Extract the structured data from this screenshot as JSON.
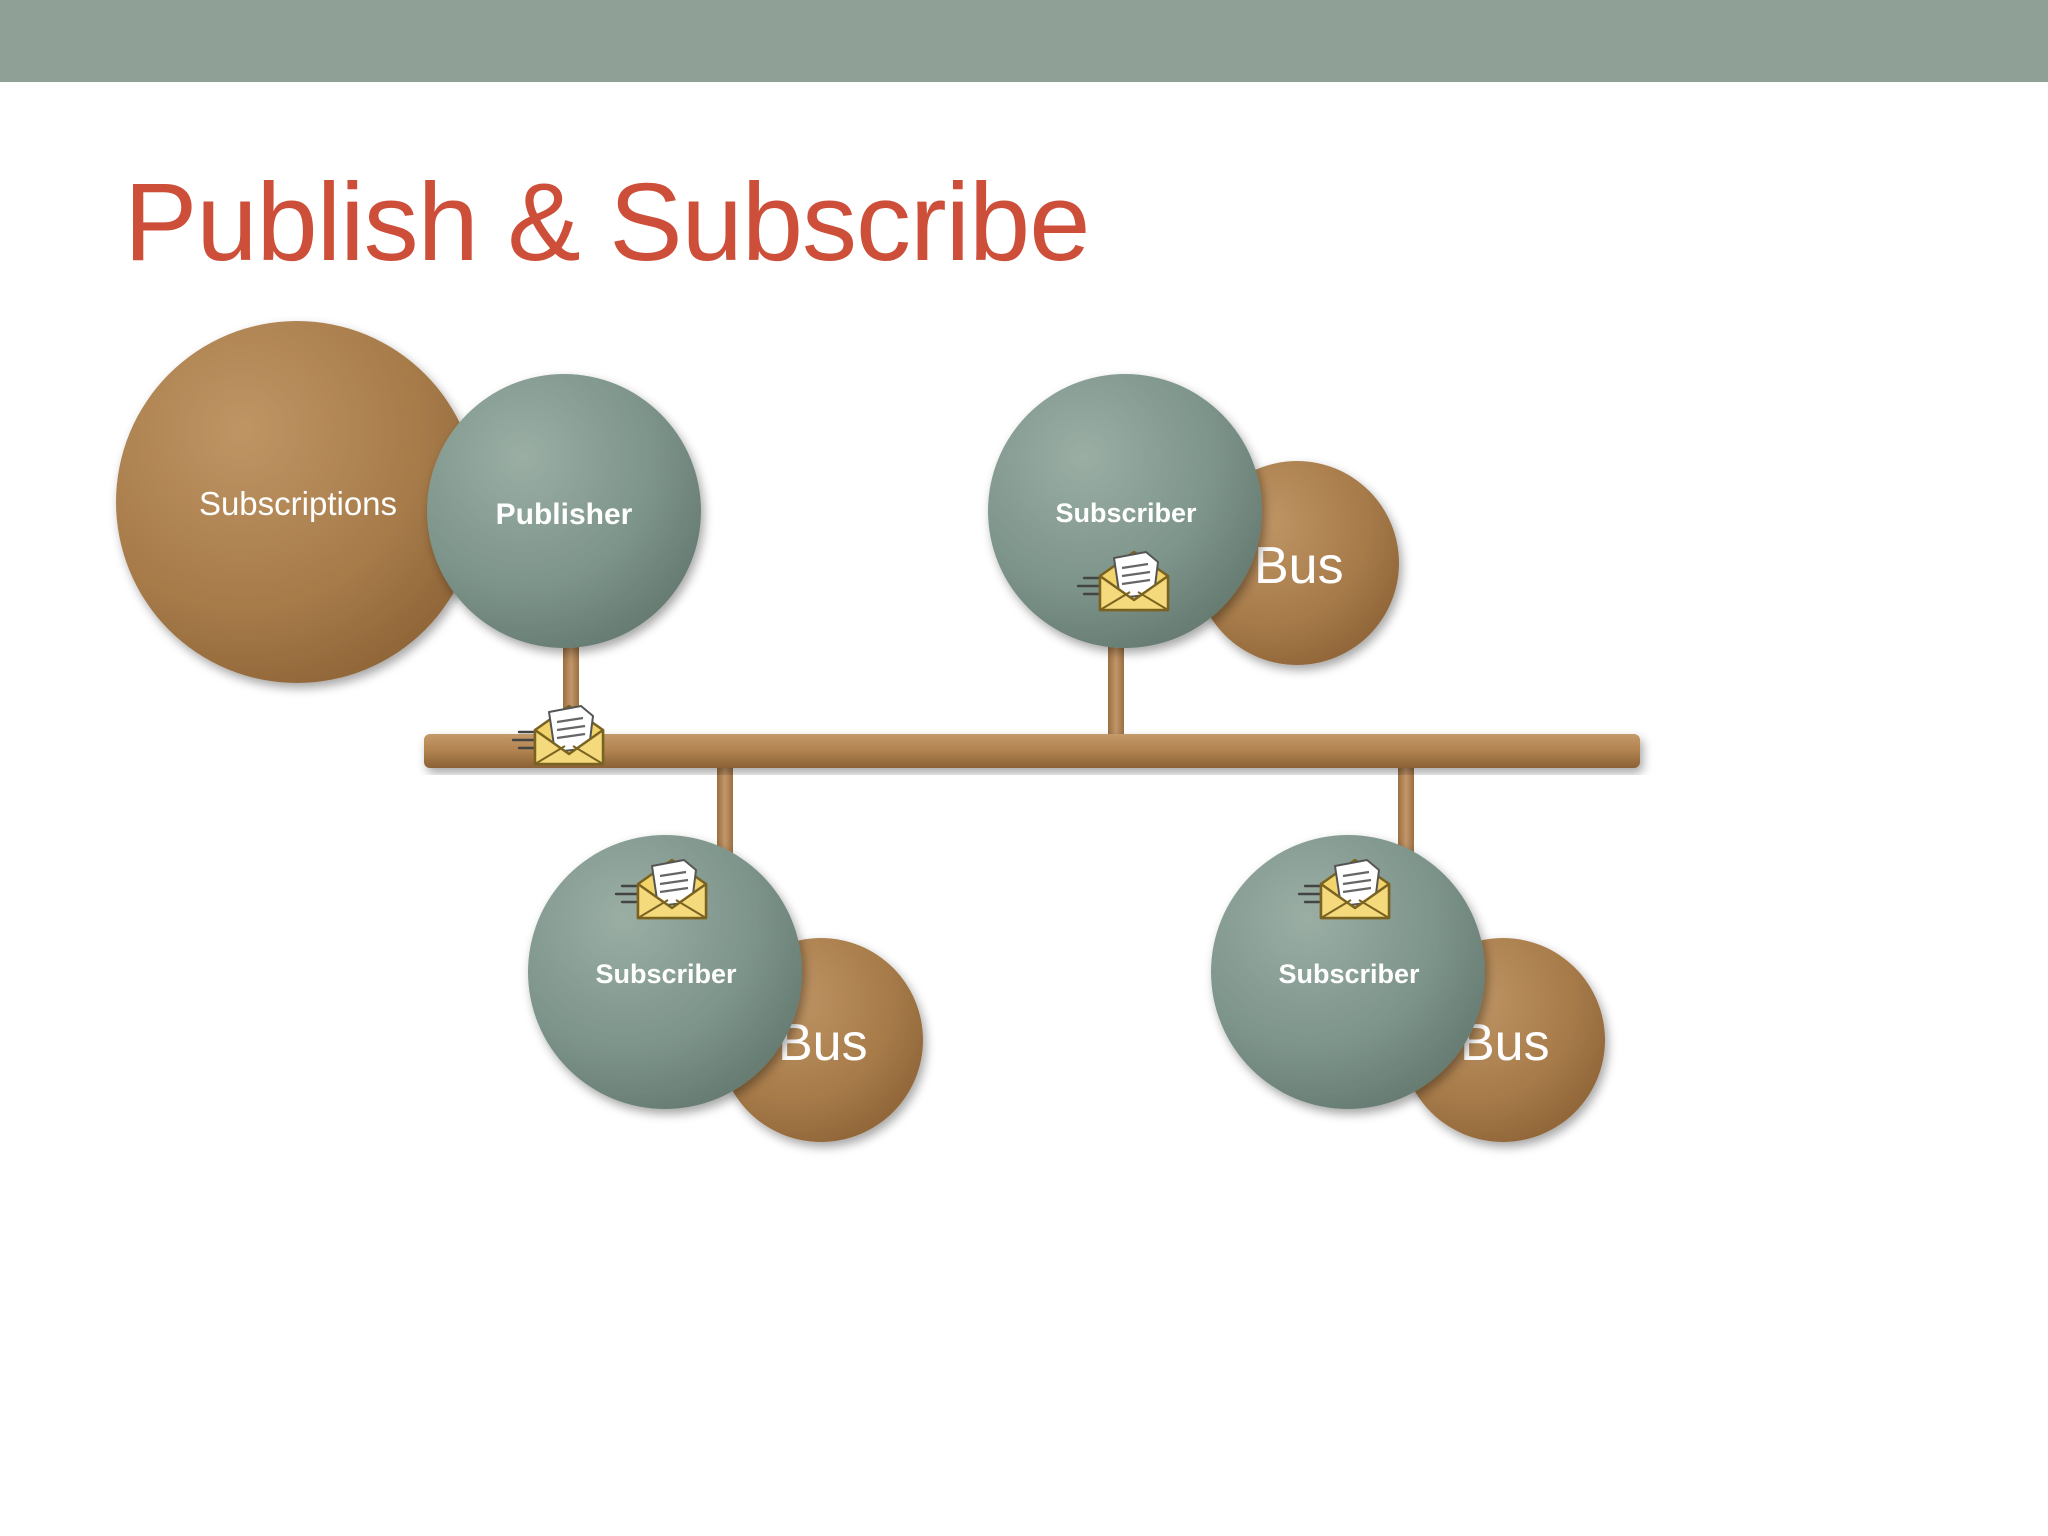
{
  "slide": {
    "title": "Publish & Subscribe"
  },
  "diagram": {
    "subscriptions_label": "Subscriptions",
    "publisher_label": "Publisher",
    "subscriber_label": "Subscriber",
    "bus_label": "Bus"
  },
  "colors": {
    "header_bar": "#8fa197",
    "title_text": "#cd4f39",
    "bronze_node": "#a87c4a",
    "gray_node": "#7d948a",
    "bus_line": "#b0824f",
    "envelope": "#f2d46b"
  }
}
